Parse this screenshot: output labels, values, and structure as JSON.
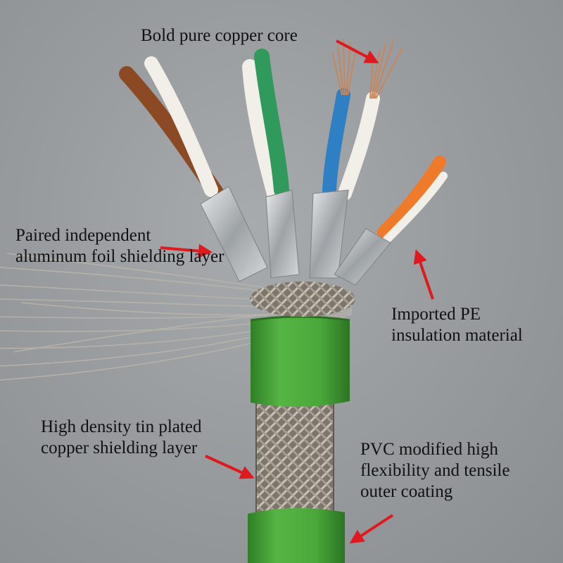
{
  "labels": {
    "copper_core": [
      "Bold pure copper core"
    ],
    "foil_shield": [
      "Paired independent",
      "aluminum foil shielding layer"
    ],
    "pe_insulation": [
      "Imported PE",
      "insulation material"
    ],
    "copper_shield": [
      "High density tin plated",
      "copper shielding layer"
    ],
    "pvc_coating": [
      "PVC modified high",
      "flexibility and tensile",
      "outer coating"
    ]
  },
  "colors": {
    "background": "#999da0",
    "jacket_green": "#46a534",
    "arrow_red": "#e0191f",
    "copper": "#c8865a",
    "brown_wire": "#8b4a24",
    "green_wire": "#2f9a5c",
    "blue_wire": "#2f7fc4",
    "orange_wire": "#ee7a2a",
    "foil": "#c9cdd0"
  }
}
